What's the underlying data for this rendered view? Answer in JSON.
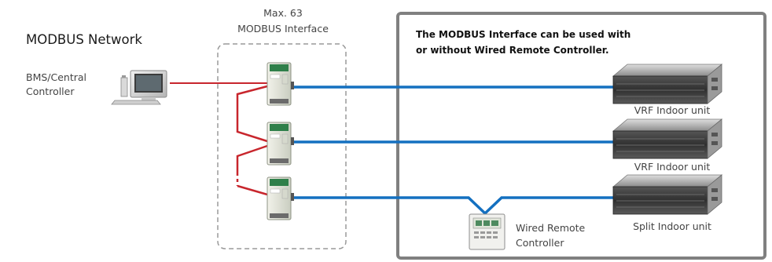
{
  "title": "MODBUS Network",
  "bms_controller": {
    "line1": "BMS/Central",
    "line2": "Controller"
  },
  "interface_group": {
    "count_label": "Max. 63",
    "name": "MODBUS Interface"
  },
  "note": {
    "line1": "The MODBUS Interface can be used with",
    "line2": "or without Wired Remote Controller."
  },
  "indoor_units": [
    {
      "label": "VRF Indoor unit"
    },
    {
      "label": "VRF Indoor unit"
    },
    {
      "label": "Split Indoor unit"
    }
  ],
  "wired_remote": {
    "line1": "Wired Remote",
    "line2": "Controller"
  },
  "colors": {
    "network_line": "#c8262d",
    "unit_line": "#1470c0",
    "box_border": "#7f7f7f",
    "dashed_border": "#9a9a9a"
  }
}
